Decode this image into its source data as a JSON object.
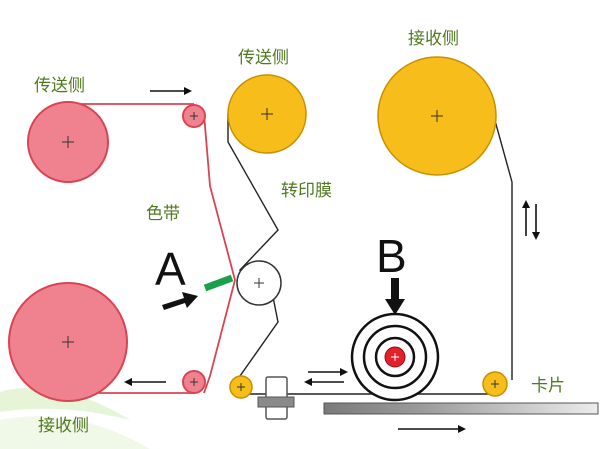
{
  "labels": {
    "ribbon_supply": "传送侧",
    "ribbon_takeup": "接收侧",
    "ribbon": "色带",
    "film_supply": "传送侧",
    "film_takeup": "接收侧",
    "film": "转印膜",
    "card": "卡片",
    "head_a": "A",
    "head_b": "B"
  },
  "colors": {
    "ribbon": "#d94452",
    "ribbon_fill": "#f0828f",
    "film_fill": "#f7bd1a",
    "film_stroke": "#c98f00",
    "label": "#4f7a1f",
    "head_green": "#1aa04a",
    "heat_roller_red": "#e4202a",
    "card_dark": "#7a7a7a",
    "card_light": "#ececec"
  },
  "icons": {
    "arrow": "arrow-icon",
    "bidirectional": "bidirectional-arrow-icon",
    "center_mark": "plus-icon"
  }
}
